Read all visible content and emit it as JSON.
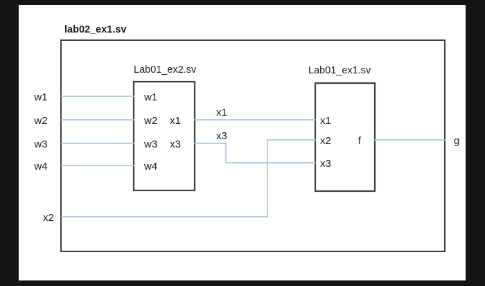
{
  "frame": {
    "letterbox_color": "#141414",
    "page_color": "#ffffff"
  },
  "diagram": {
    "title": "lab02_ex1.sv",
    "wire_color": "#a9c6e0",
    "box_color": "#3f3f3f",
    "text_color": "#1b1b1b",
    "top_module": {
      "name": "lab02_ex1.sv",
      "external_inputs": [
        "w1",
        "w2",
        "w3",
        "w4",
        "x2"
      ],
      "external_outputs": [
        "g"
      ]
    },
    "submodules": [
      {
        "name": "Lab01_ex2.sv",
        "inputs": [
          "w1",
          "w2",
          "w3",
          "w4"
        ],
        "outputs": [
          "x1",
          "x3"
        ]
      },
      {
        "name": "Lab01_ex1.sv",
        "inputs": [
          "x1",
          "x2",
          "x3"
        ],
        "outputs": [
          "f"
        ]
      }
    ],
    "internal_signals": [
      "x1",
      "x3"
    ],
    "nets": [
      {
        "from": "w1",
        "to": "Lab01_ex2.sv.w1"
      },
      {
        "from": "w2",
        "to": "Lab01_ex2.sv.w2"
      },
      {
        "from": "w3",
        "to": "Lab01_ex2.sv.w3"
      },
      {
        "from": "w4",
        "to": "Lab01_ex2.sv.w4"
      },
      {
        "from": "Lab01_ex2.sv.x1",
        "to": "Lab01_ex1.sv.x1",
        "label": "x1"
      },
      {
        "from": "Lab01_ex2.sv.x3",
        "to": "Lab01_ex1.sv.x3",
        "label": "x3"
      },
      {
        "from": "x2",
        "to": "Lab01_ex1.sv.x2"
      },
      {
        "from": "Lab01_ex1.sv.f",
        "to": "g"
      }
    ]
  },
  "labels": {
    "top_title": "lab02_ex1.sv",
    "mod_left_title": "Lab01_ex2.sv",
    "mod_right_title": "Lab01_ex1.sv",
    "in_w1": "w1",
    "in_w2": "w2",
    "in_w3": "w3",
    "in_w4": "w4",
    "in_x2": "x2",
    "left_port_w1": "w1",
    "left_port_w2": "w2",
    "left_port_w3": "w3",
    "left_port_w4": "w4",
    "left_port_x1": "x1",
    "left_port_x3": "x3",
    "wire_x1": "x1",
    "wire_x3": "x3",
    "right_port_x1": "x1",
    "right_port_x2": "x2",
    "right_port_x3": "x3",
    "right_port_f": "f",
    "out_g": "g"
  }
}
